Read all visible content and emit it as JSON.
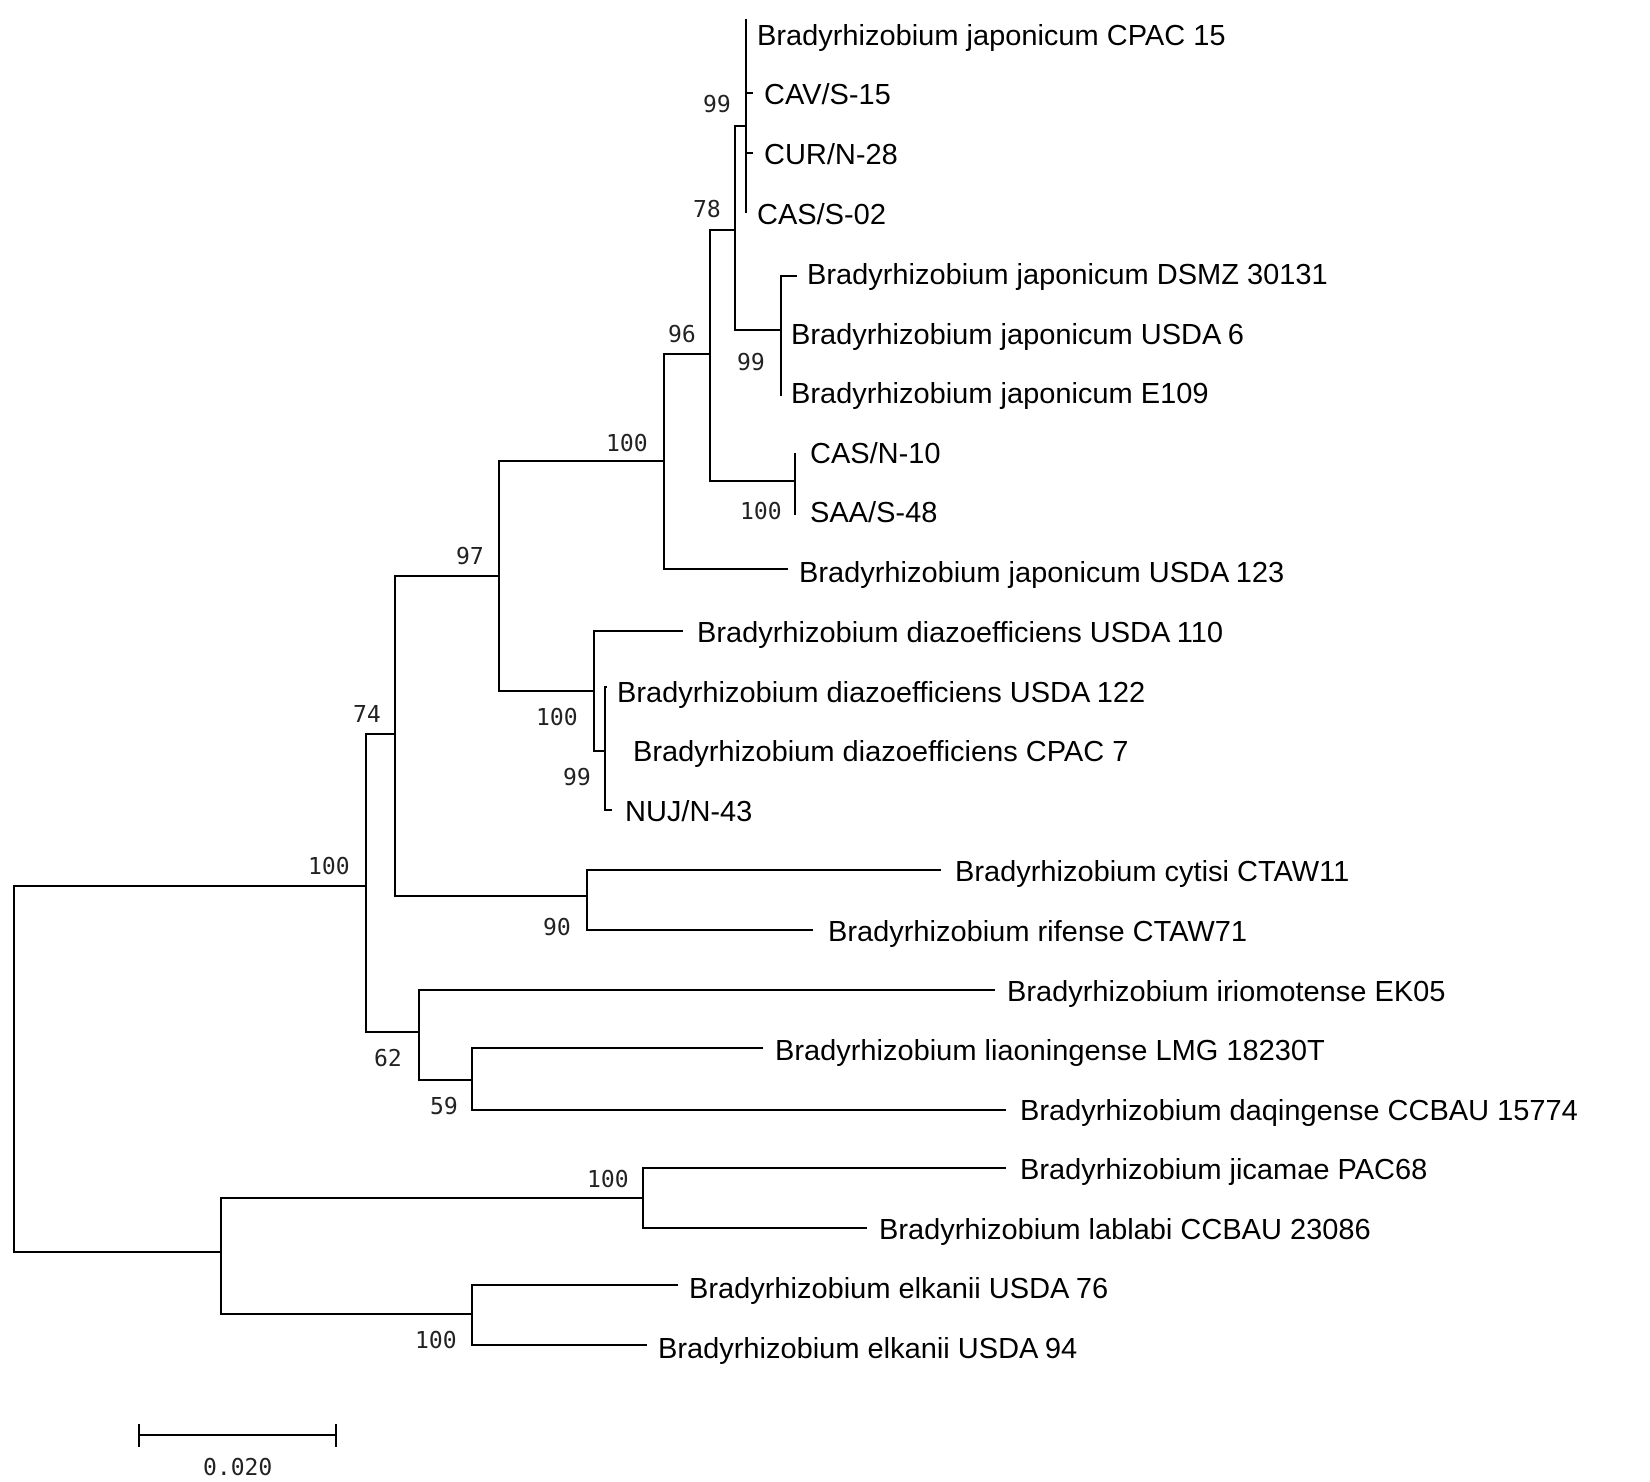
{
  "taxa": [
    "Bradyrhizobium japonicum CPAC 15",
    "CAV/S-15",
    "CUR/N-28",
    "CAS/S-02",
    "Bradyrhizobium japonicum DSMZ 30131",
    "Bradyrhizobium japonicum USDA 6",
    "Bradyrhizobium japonicum E109",
    "CAS/N-10",
    "SAA/S-48",
    "Bradyrhizobium japonicum USDA 123",
    "Bradyrhizobium diazoefficiens USDA 110",
    "Bradyrhizobium diazoefficiens USDA 122",
    "Bradyrhizobium diazoefficiens CPAC 7",
    "NUJ/N-43",
    "Bradyrhizobium cytisi CTAW11",
    "Bradyrhizobium rifense CTAW71",
    "Bradyrhizobium iriomotense EK05",
    "Bradyrhizobium liaoningense LMG 18230T",
    "Bradyrhizobium daqingense CCBAU 15774",
    "Bradyrhizobium jicamae PAC68",
    "Bradyrhizobium lablabi CCBAU 23086",
    "Bradyrhizobium elkanii USDA 76",
    "Bradyrhizobium elkanii USDA 94"
  ],
  "bootstrap_values": [
    "99",
    "78",
    "99",
    "96",
    "100",
    "100",
    "97",
    "100",
    "99",
    "74",
    "100",
    "90",
    "62",
    "59",
    "100",
    "100"
  ],
  "scale_bar": {
    "value": 0.02,
    "label": "0.020"
  },
  "colors": {
    "line": "#000000",
    "text": "#000000",
    "background": "#ffffff"
  }
}
